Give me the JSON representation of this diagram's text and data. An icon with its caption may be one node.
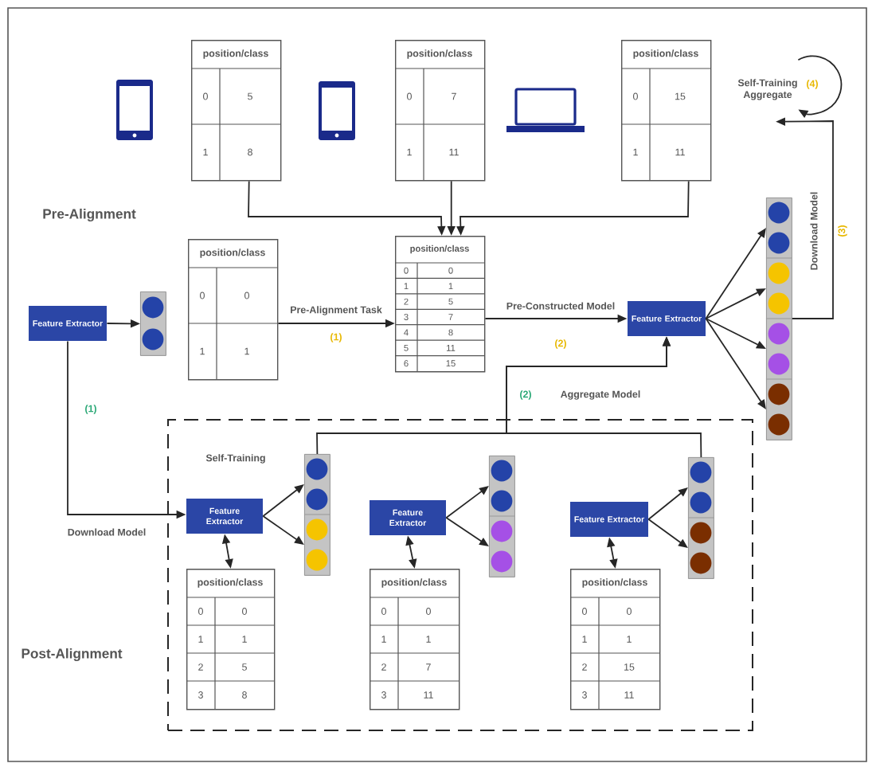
{
  "diagram": {
    "nodes": [
      {
        "text": [
          "position/class",
          "0",
          "5",
          "1",
          "8"
        ]
      },
      {
        "text": [
          "position/class",
          "0",
          "7",
          "1",
          "11"
        ]
      },
      {
        "text": [
          "position/class",
          "0",
          "15",
          "1",
          "11"
        ]
      },
      {
        "text": [
          "Self-Training Aggregate"
        ]
      },
      {
        "text": [
          "Feature Extractor"
        ]
      },
      {
        "text": [],
        "shape": "bar"
      },
      {
        "text": [
          "position/class",
          "0",
          "0",
          "1",
          "1"
        ]
      },
      {
        "text": [
          "position/class",
          "0",
          "0",
          "1",
          "1",
          "2",
          "5",
          "3",
          "7",
          "4",
          "8",
          "5",
          "11",
          "6",
          "15"
        ]
      },
      {
        "text": [
          "Feature Extractor"
        ]
      },
      {
        "text": [],
        "shape": "bar"
      },
      {
        "text": [],
        "shape": "box"
      },
      {
        "text": [
          "Feature Extractor"
        ],
        "in": 10
      },
      {
        "text": [],
        "shape": "bar",
        "in": 10
      },
      {
        "text": [
          "position/class",
          "0",
          "0",
          "1",
          "1",
          "2",
          "5",
          "3",
          "8"
        ],
        "in": 10
      },
      {
        "text": [
          "Feature Extractor"
        ],
        "in": 10
      },
      {
        "text": [],
        "shape": "bar",
        "in": 10
      },
      {
        "text": [
          "position/class",
          "0",
          "0",
          "1",
          "1",
          "2",
          "7",
          "3",
          "11"
        ],
        "in": 10
      },
      {
        "text": [
          "Feature Extractor"
        ],
        "in": 10
      },
      {
        "text": [],
        "shape": "bar",
        "in": 10
      },
      {
        "text": [
          "position/class",
          "0",
          "0",
          "1",
          "1",
          "2",
          "15",
          "3",
          "11"
        ],
        "in": 10
      }
    ],
    "edges": [
      {
        "from": 0,
        "to": 7,
        "arrow": "to"
      },
      {
        "from": 1,
        "to": 7,
        "arrow": "to"
      },
      {
        "from": 2,
        "to": 7,
        "arrow": "to"
      },
      {
        "from": 4,
        "to": 5,
        "arrow": "to"
      },
      {
        "from": 6,
        "to": 7,
        "arrow": "to",
        "label": "Pre-Alignment Task"
      },
      {
        "from": 7,
        "to": 8,
        "arrow": "to",
        "label": "Pre-Constructed Model"
      },
      {
        "from": 8,
        "to": 9,
        "arrow": "to"
      },
      {
        "from": 8,
        "to": 9,
        "arrow": "to"
      },
      {
        "from": 8,
        "to": 9,
        "arrow": "to"
      },
      {
        "from": 8,
        "to": 9,
        "arrow": "to"
      },
      {
        "from": 9,
        "to": 3,
        "arrow": "to",
        "label": "Download Model"
      },
      {
        "from": 4,
        "to": 11,
        "arrow": "to",
        "label": "Download Model"
      },
      {
        "from": 11,
        "to": 12,
        "arrow": "to"
      },
      {
        "from": 11,
        "to": 12,
        "arrow": "to"
      },
      {
        "from": 14,
        "to": 15,
        "arrow": "to"
      },
      {
        "from": 14,
        "to": 15,
        "arrow": "to"
      },
      {
        "from": 17,
        "to": 18,
        "arrow": "to"
      },
      {
        "from": 17,
        "to": 18,
        "arrow": "to"
      },
      {
        "from": 11,
        "to": 13,
        "arrow": "both"
      },
      {
        "from": 14,
        "to": 16,
        "arrow": "both"
      },
      {
        "from": 17,
        "to": 19,
        "arrow": "both"
      },
      {
        "from": 12,
        "to": 8,
        "arrow": "to",
        "label": "Aggregate Model"
      },
      {
        "from": 18,
        "to": 8,
        "arrow": "to"
      },
      {
        "from": 3,
        "to": 3,
        "arrow": "to",
        "label": "(4)"
      }
    ],
    "labels": [
      "Pre-Alignment",
      "(1)",
      "(2)",
      "(3)",
      "(1)",
      "(2)",
      "Self-Training",
      "Post-Alignment"
    ]
  }
}
